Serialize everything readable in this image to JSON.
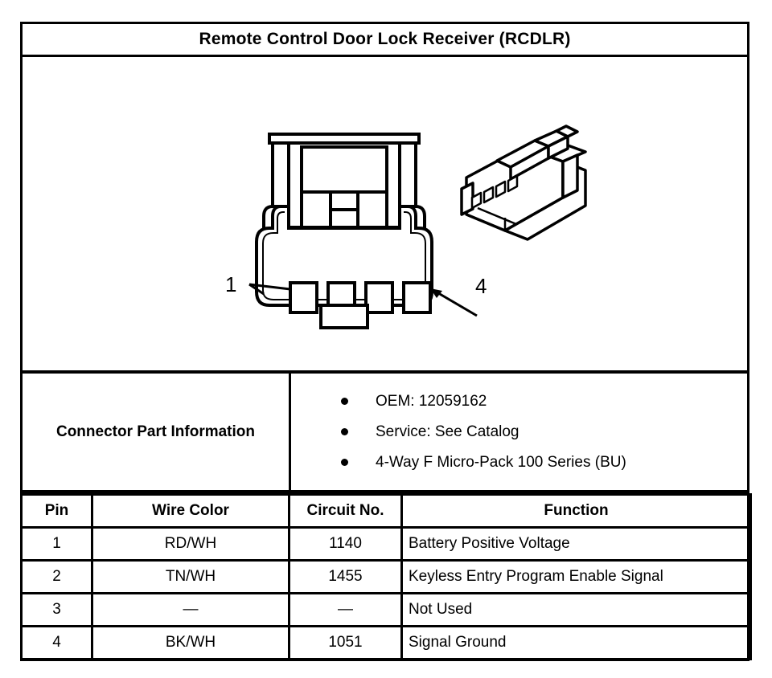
{
  "title": "Remote Control Door Lock Receiver (RCDLR)",
  "illustration": {
    "front_view_name": "connector-front-view",
    "iso_view_name": "connector-isometric-view",
    "callouts": [
      {
        "label": "1",
        "name": "pin-1-callout"
      },
      {
        "label": "4",
        "name": "pin-4-callout"
      }
    ],
    "cavity_count": 4
  },
  "part_information": {
    "label": "Connector Part Information",
    "bullets": [
      "OEM: 12059162",
      "Service: See Catalog",
      "4-Way F Micro-Pack 100 Series (BU)"
    ]
  },
  "pin_table": {
    "headers": [
      "Pin",
      "Wire Color",
      "Circuit No.",
      "Function"
    ],
    "rows": [
      {
        "pin": "1",
        "wire_color": "RD/WH",
        "circuit_no": "1140",
        "function": "Battery Positive Voltage"
      },
      {
        "pin": "2",
        "wire_color": "TN/WH",
        "circuit_no": "1455",
        "function": "Keyless Entry Program Enable Signal"
      },
      {
        "pin": "3",
        "wire_color": "—",
        "circuit_no": "—",
        "function": "Not Used"
      },
      {
        "pin": "4",
        "wire_color": "BK/WH",
        "circuit_no": "1051",
        "function": "Signal Ground"
      }
    ]
  },
  "colors": {
    "line": "#000000",
    "background": "#ffffff"
  }
}
